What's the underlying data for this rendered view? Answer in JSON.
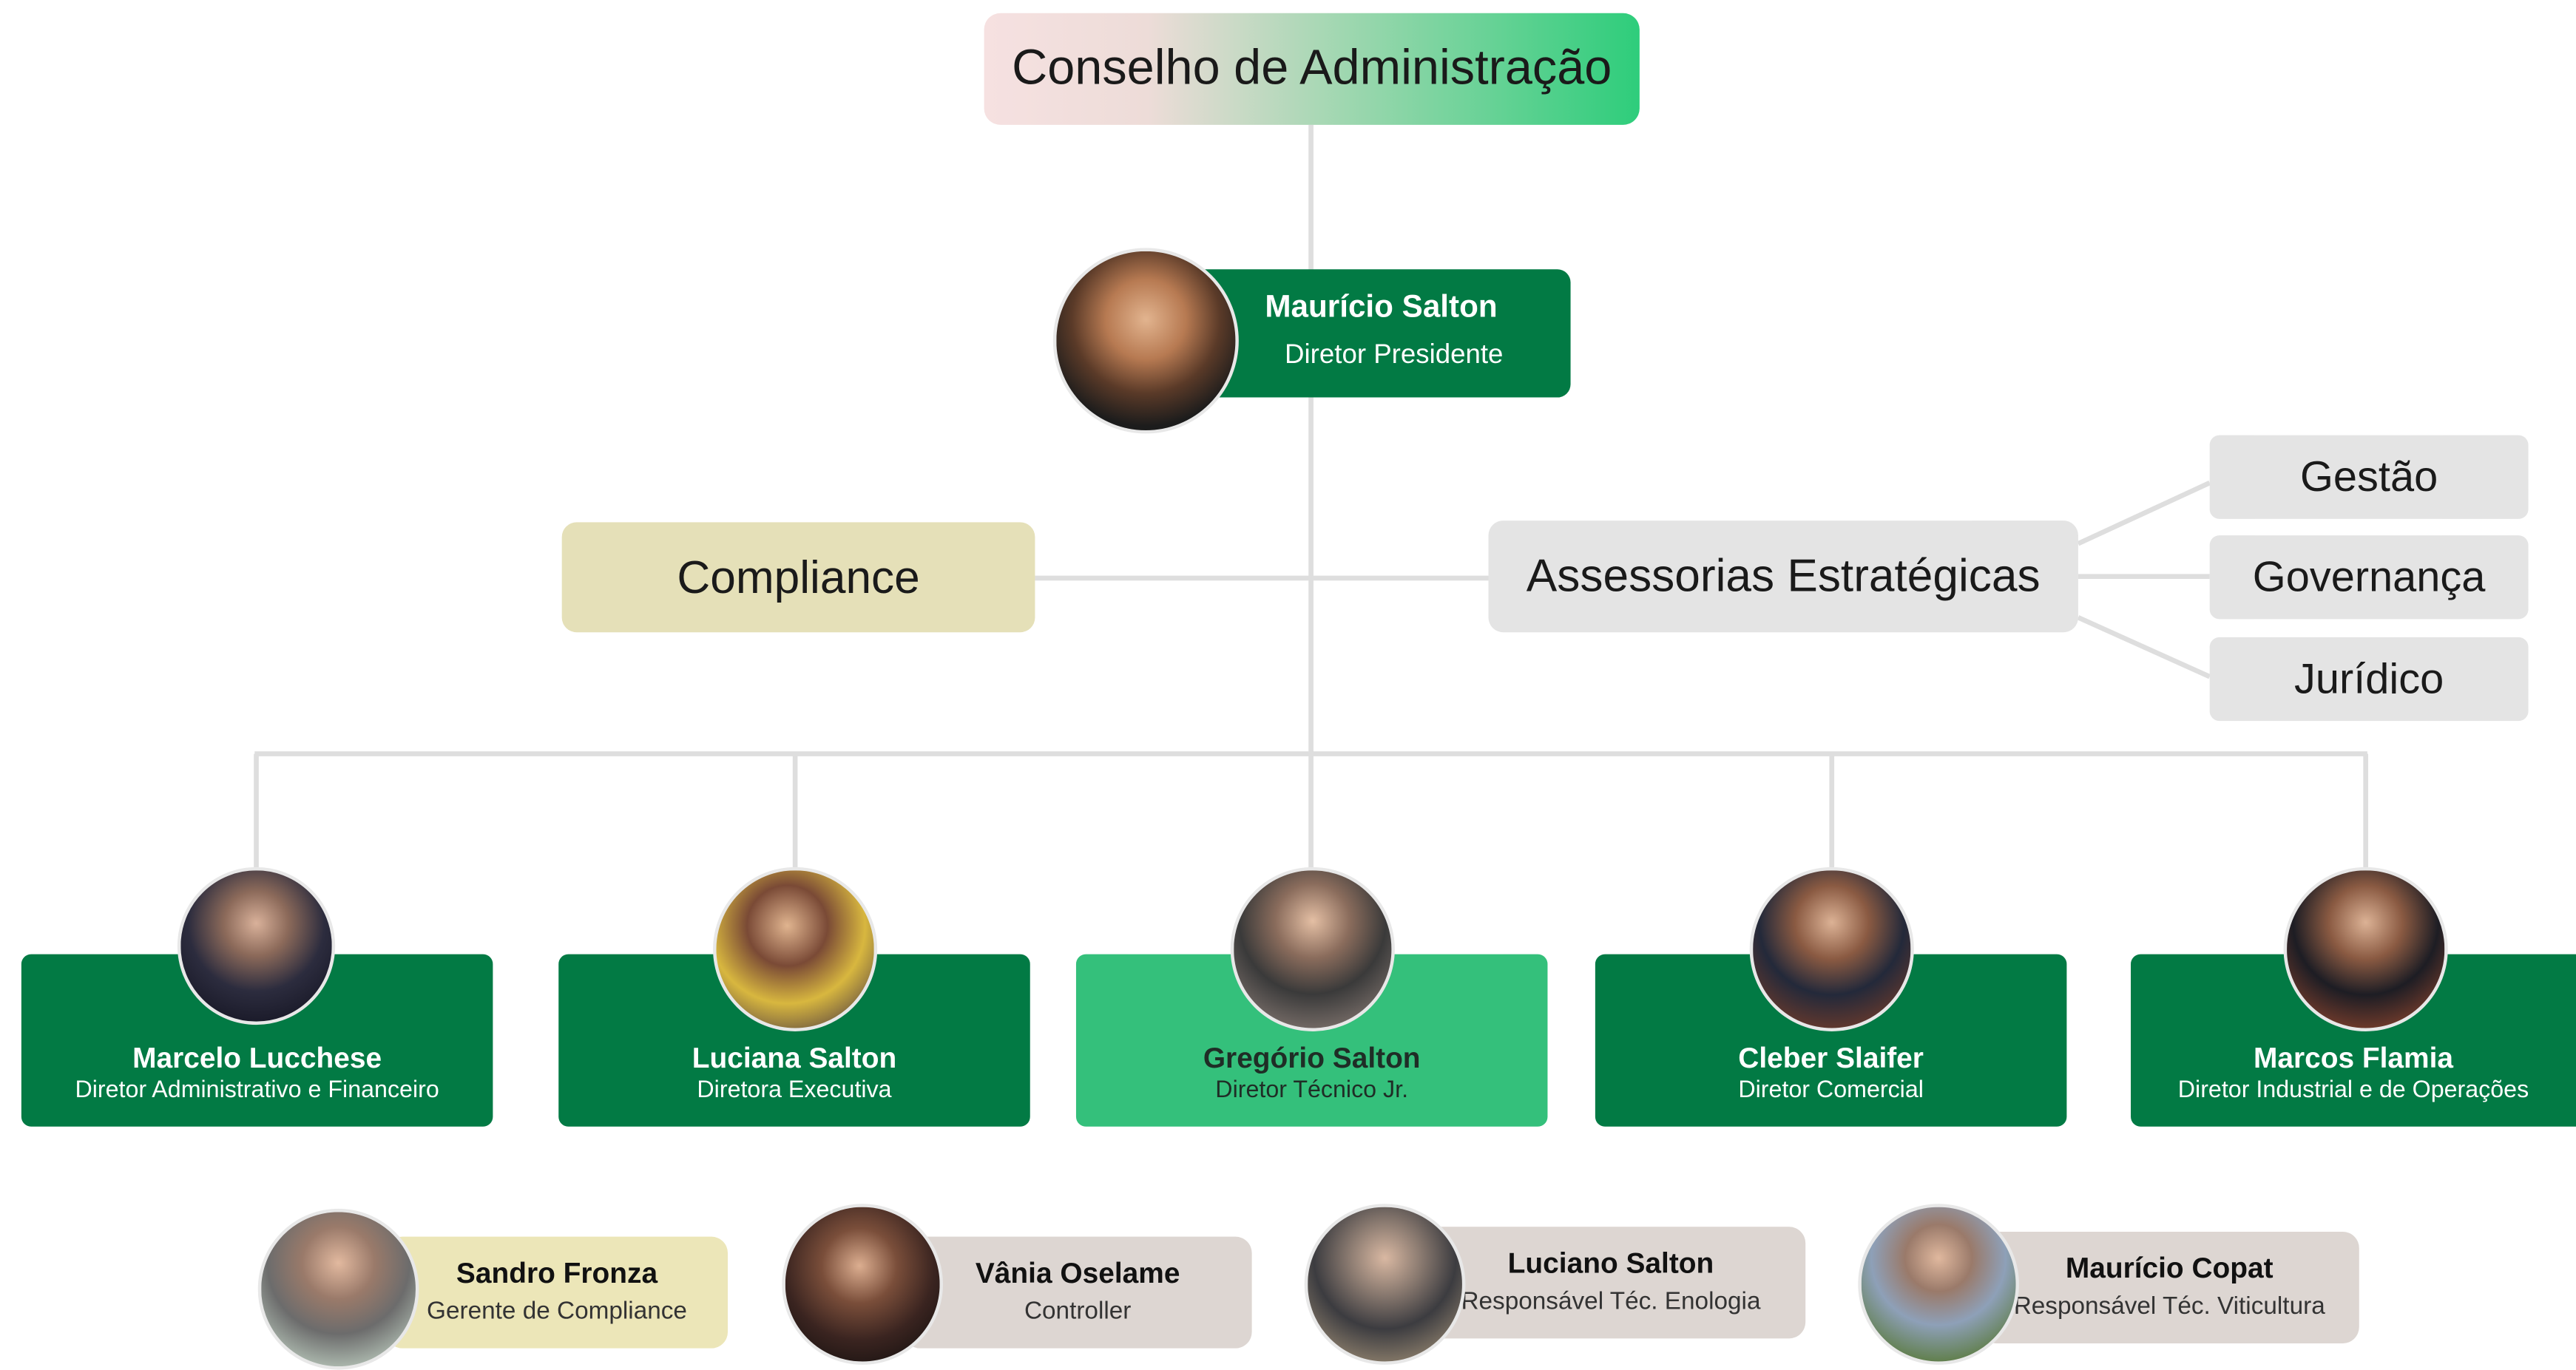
{
  "board": {
    "label": "Conselho de Administração"
  },
  "president": {
    "name": "Maurício Salton",
    "title": "Diretor Presidente"
  },
  "compliance": {
    "label": "Compliance"
  },
  "advisory": {
    "label": "Assessorias Estratégicas",
    "items": [
      "Gestão",
      "Governança",
      "Jurídico"
    ]
  },
  "directors": [
    {
      "name": "Marcelo Lucchese",
      "title": "Diretor Administrativo e Financeiro"
    },
    {
      "name": "Luciana Salton",
      "title": "Diretora Executiva"
    },
    {
      "name": "Gregório Salton",
      "title": "Diretor Técnico Jr."
    },
    {
      "name": "Cleber Slaifer",
      "title": "Diretor Comercial"
    },
    {
      "name": "Marcos Flamia",
      "title": "Diretor Industrial e de Operações"
    }
  ],
  "staff": [
    {
      "name": "Sandro Fronza",
      "title": "Gerente de Compliance"
    },
    {
      "name": "Vânia Oselame",
      "title": "Controller"
    },
    {
      "name": "Luciano Salton",
      "title": "Responsável Téc. Enologia"
    },
    {
      "name": "Maurício Copat",
      "title": "Responsável Téc. Viticultura"
    }
  ],
  "colors": {
    "director_card": "#027a44",
    "director_card_highlight": "#34c07b",
    "compliance_box": "#e5e0b8",
    "advisory_box": "#e4e4e4",
    "staff_compliance_pill": "#ece6b8",
    "staff_pill": "#ddd6d2",
    "connector": "#dedede"
  }
}
